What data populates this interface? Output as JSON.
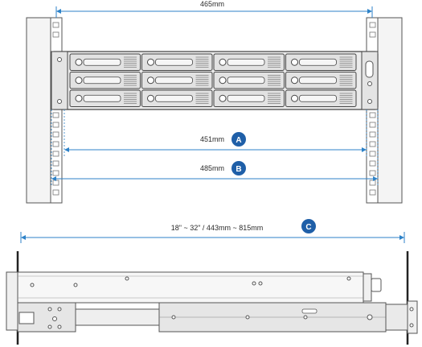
{
  "dimensions": {
    "top_width": "465mm",
    "a_width": "451mm",
    "b_width": "485mm",
    "c_depth": "18\" ~ 32\"  /  443mm ~ 815mm"
  },
  "badges": {
    "a": "A",
    "b": "B",
    "c": "C"
  },
  "colors": {
    "dimension_line": "#2d82c8",
    "badge_fill": "#1f5fa8",
    "outline": "#555555",
    "chassis_fill": "#ececec",
    "drive_fill": "#e2e2e2"
  }
}
